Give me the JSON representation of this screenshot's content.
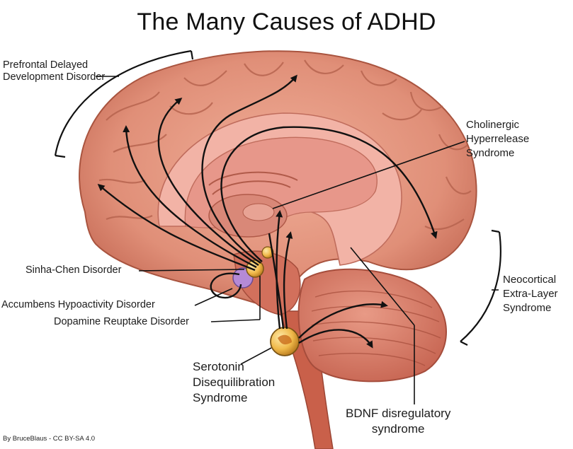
{
  "title": "The Many Causes of ADHD",
  "labels": {
    "prefrontal": [
      "Prefrontal Delayed",
      "Development Disorder"
    ],
    "cholinergic": [
      "Cholinergic",
      "Hyperrelease",
      "Syndrome"
    ],
    "sinha_chen": "Sinha-Chen Disorder",
    "accumbens": "Accumbens Hypoactivity Disorder",
    "dopamine": "Dopamine Reuptake Disorder",
    "neocortical": [
      "Neocortical",
      "Extra-Layer",
      "Syndrome"
    ],
    "serotonin": [
      "Serotonin",
      "Disequilibration",
      "Syndrome"
    ],
    "bdnf": [
      "BDNF disregulatory",
      "syndrome"
    ]
  },
  "credit": "By BruceBlaus - CC BY-SA 4.0",
  "colors": {
    "cortex": "#e49a84",
    "cortex_dark": "#b8614e",
    "cerebellum": "#d97f6c",
    "limbic": "#f1b1a6",
    "pathway": "#111111",
    "nucleus": "#f2c65a"
  }
}
